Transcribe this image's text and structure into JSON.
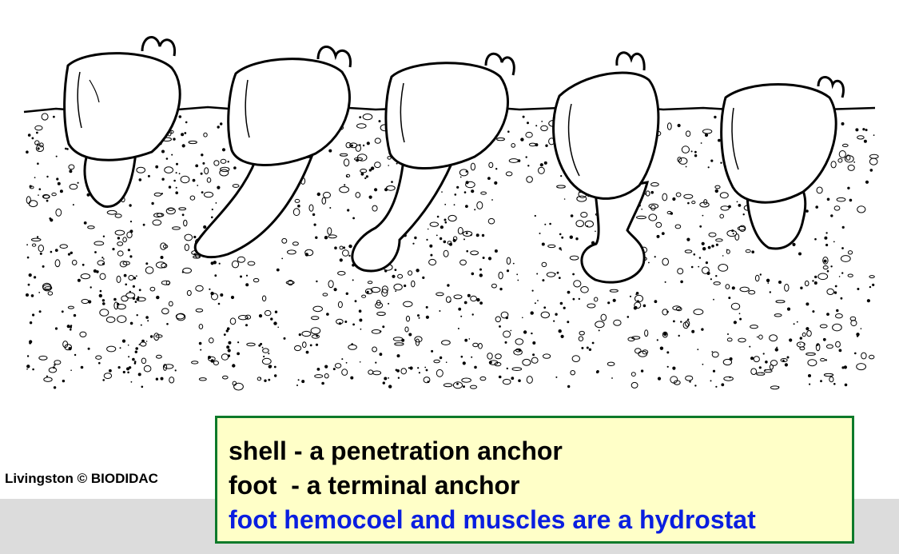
{
  "credit": "Livingston © BIODIDAC",
  "caption": {
    "line1": "shell - a penetration anchor",
    "line2": "foot  - a terminal anchor",
    "line3": "foot hemocoel and muscles are a hydrostat"
  },
  "colors": {
    "caption_background": "#ffffc8",
    "caption_border": "#0d7a2a",
    "highlight_text": "#0a1ee0",
    "band": "#dcdcdc"
  }
}
